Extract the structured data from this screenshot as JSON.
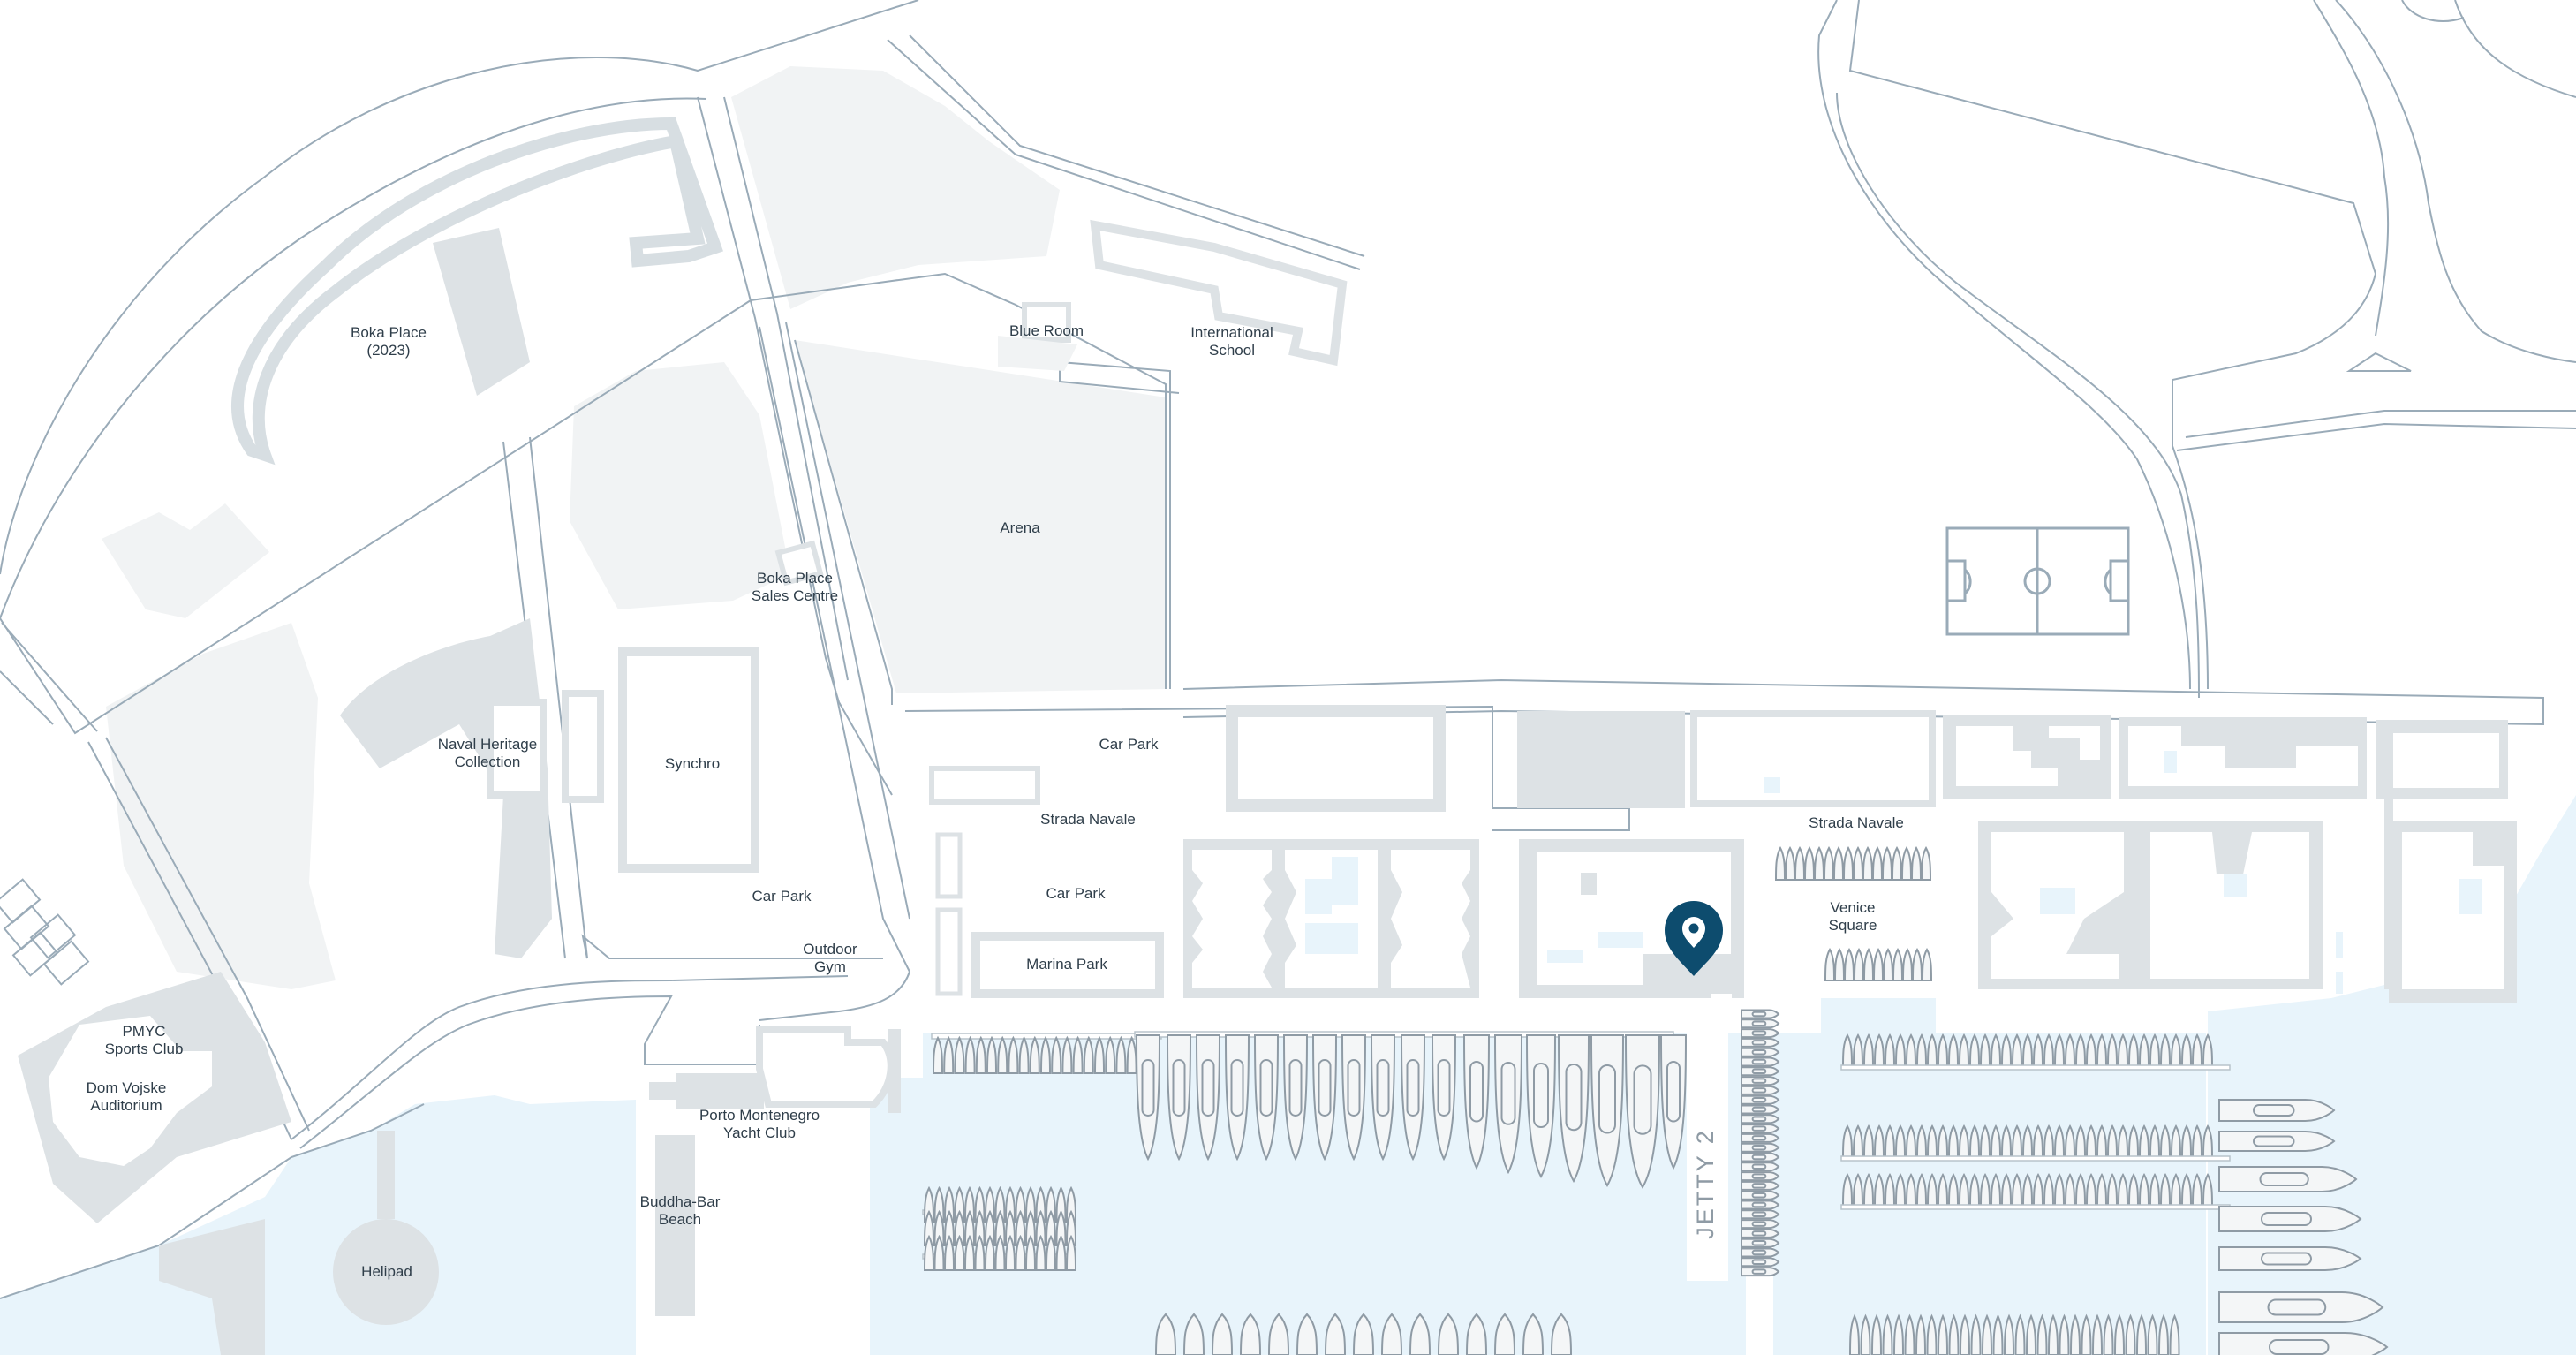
{
  "map": {
    "labels": {
      "boka_place_2023": [
        "Boka Place",
        "(2023)"
      ],
      "blue_room": [
        "Blue Room"
      ],
      "international_school": [
        "International",
        "School"
      ],
      "arena": [
        "Arena"
      ],
      "boka_sales_centre": [
        "Boka Place",
        "Sales Centre"
      ],
      "naval_heritage": [
        "Naval Heritage",
        "Collection"
      ],
      "synchro": [
        "Synchro"
      ],
      "car_park_1": [
        "Car Park"
      ],
      "car_park_2": [
        "Car Park"
      ],
      "car_park_3": [
        "Car Park"
      ],
      "strada_navale_1": [
        "Strada Navale"
      ],
      "strada_navale_2": [
        "Strada Navale"
      ],
      "marina_park": [
        "Marina Park"
      ],
      "outdoor_gym": [
        "Outdoor",
        "Gym"
      ],
      "venice_square": [
        "Venice",
        "Square"
      ],
      "pmyc_sports": [
        "PMYC",
        "Sports Club"
      ],
      "dom_vojske": [
        "Dom Vojske",
        "Auditorium"
      ],
      "porto_montenegro_yc": [
        "Porto Montenegro",
        "Yacht Club"
      ],
      "buddha_bar": [
        "Buddha-Bar",
        "Beach"
      ],
      "helipad": [
        "Helipad"
      ],
      "jetty_2": [
        "JETTY 2"
      ]
    },
    "icons": {
      "location_pin": "map-pin-icon"
    },
    "colors": {
      "water": "#e8f4fb",
      "building": "#dde2e5",
      "road_stroke": "#9aabb8",
      "pin": "#0d4c6e",
      "label": "#2f3e4a"
    }
  }
}
